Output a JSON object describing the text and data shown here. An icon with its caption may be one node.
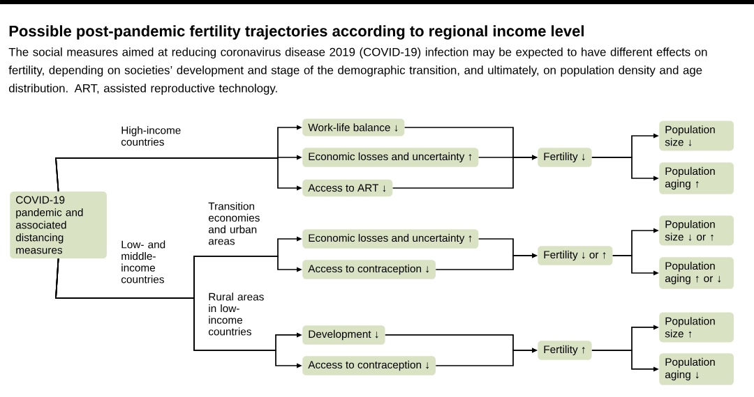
{
  "diagram": {
    "title": "Possible post-pandemic fertility trajectories according to regional income level",
    "caption": "The social measures aimed at reducing coronavirus disease 2019 (COVID-19) infection may be expected to have different effects on fertility, depending on societies’ development and stage of the demographic transition, and ultimately, on population density and age distribution. ART, assisted reproductive technology.",
    "nodes": [
      {
        "text": [
          "COVID-19 pandemic and associated distancing measures"
        ]
      },
      {
        "text": [
          "Work-life balance ↓"
        ]
      },
      {
        "text": [
          "Economic losses and uncertainty ↑"
        ]
      },
      {
        "text": [
          "Access to ART ↓"
        ]
      },
      {
        "text": [
          "Fertility ↓"
        ]
      },
      {
        "text": [
          "Population size ↓"
        ]
      },
      {
        "text": [
          "Population aging ↑"
        ]
      },
      {
        "text": [
          "Economic losses and uncertainty ↑"
        ]
      },
      {
        "text": [
          "Access to contraception ↓"
        ]
      },
      {
        "text": [
          "Fertility ↓ or ↑"
        ]
      },
      {
        "text": [
          "Population size ↓ or ↑"
        ]
      },
      {
        "text": [
          "Population aging ↑ or ↓"
        ]
      },
      {
        "text": [
          "Development ↓"
        ]
      },
      {
        "text": [
          "Access to contraception ↓"
        ]
      },
      {
        "text": [
          "Fertility ↑"
        ]
      },
      {
        "text": [
          "Population size ↑"
        ]
      },
      {
        "text": [
          "Population aging ↓"
        ]
      }
    ],
    "edges": [
      {
        "from": 0,
        "to": 1,
        "arrow": "to"
      },
      {
        "from": 0,
        "to": 2,
        "arrow": "to"
      },
      {
        "from": 0,
        "to": 3,
        "arrow": "to"
      },
      {
        "from": 1,
        "to": 4,
        "arrow": "to"
      },
      {
        "from": 2,
        "to": 4,
        "arrow": "to"
      },
      {
        "from": 3,
        "to": 4,
        "arrow": "to"
      },
      {
        "from": 4,
        "to": 5,
        "arrow": "to"
      },
      {
        "from": 4,
        "to": 6,
        "arrow": "to"
      },
      {
        "from": 0,
        "to": 7,
        "arrow": "to"
      },
      {
        "from": 0,
        "to": 8,
        "arrow": "to"
      },
      {
        "from": 7,
        "to": 9,
        "arrow": "to"
      },
      {
        "from": 8,
        "to": 9,
        "arrow": "to"
      },
      {
        "from": 9,
        "to": 10,
        "arrow": "to"
      },
      {
        "from": 9,
        "to": 11,
        "arrow": "to"
      },
      {
        "from": 0,
        "to": 12,
        "arrow": "to"
      },
      {
        "from": 0,
        "to": 13,
        "arrow": "to"
      },
      {
        "from": 12,
        "to": 14,
        "arrow": "to"
      },
      {
        "from": 13,
        "to": 14,
        "arrow": "to"
      },
      {
        "from": 14,
        "to": 15,
        "arrow": "to"
      },
      {
        "from": 14,
        "to": 16,
        "arrow": "to"
      }
    ],
    "labels": [
      "High-income countries",
      "Transition economies and urban areas",
      "Low- and middle-income countries",
      "Rural areas in low-income countries"
    ]
  }
}
